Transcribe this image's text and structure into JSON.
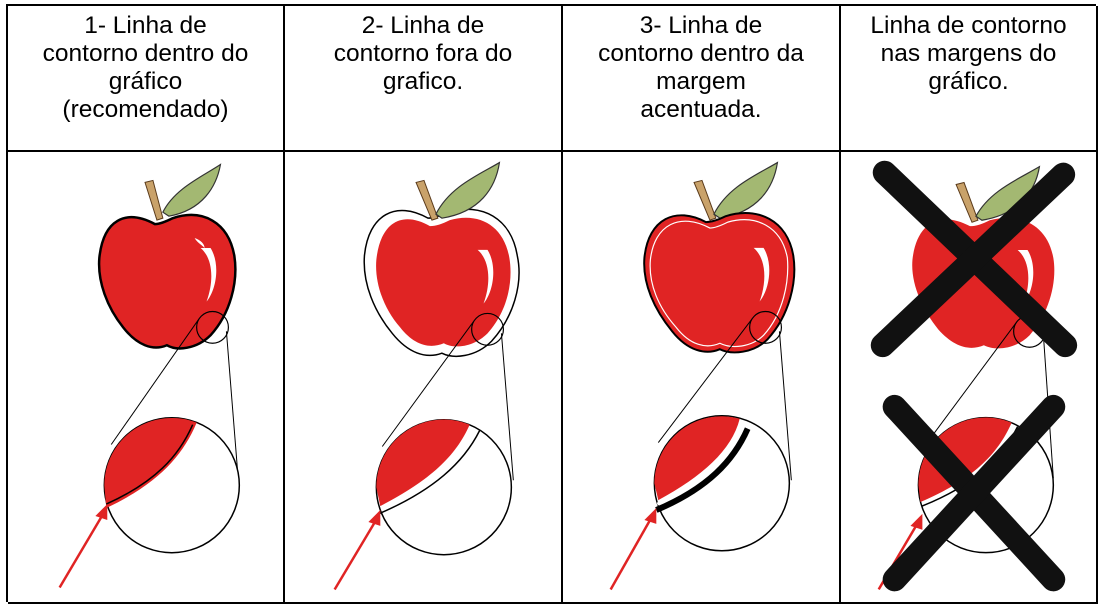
{
  "headers": [
    {
      "lines": [
        "1- Linha de",
        "contorno dentro do",
        "gráfico",
        "(recomendado)"
      ]
    },
    {
      "lines": [
        "2- Linha de",
        "contorno fora do",
        "grafico."
      ]
    },
    {
      "lines": [
        "3- Linha de",
        "contorno dentro da",
        "margem",
        "acentuada."
      ]
    },
    {
      "lines": [
        "Linha de contorno",
        "nas margens do",
        "gráfico."
      ]
    }
  ],
  "colors": {
    "apple_red": "#E02424",
    "leaf_green": "#A3B872",
    "stem_tan": "#C9A26A",
    "arrow_red": "#E02424",
    "cross_black": "#111111",
    "outline": "#000000"
  },
  "icons": [
    "apple-illustration",
    "magnifier-circle",
    "pointer-arrow",
    "rejection-cross"
  ]
}
